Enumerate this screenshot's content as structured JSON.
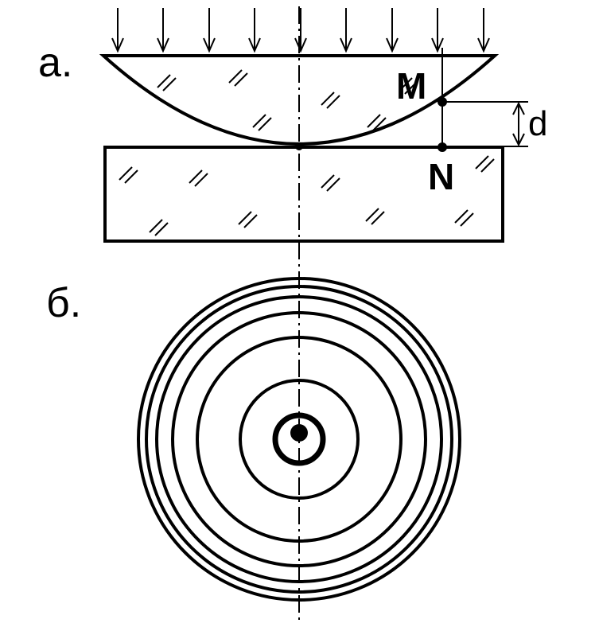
{
  "labels": {
    "part_a": "а.",
    "part_b": "б.",
    "point_m": "M",
    "point_n": "N",
    "gap": "d"
  },
  "colors": {
    "ink": "#000000",
    "paper": "#ffffff"
  }
}
